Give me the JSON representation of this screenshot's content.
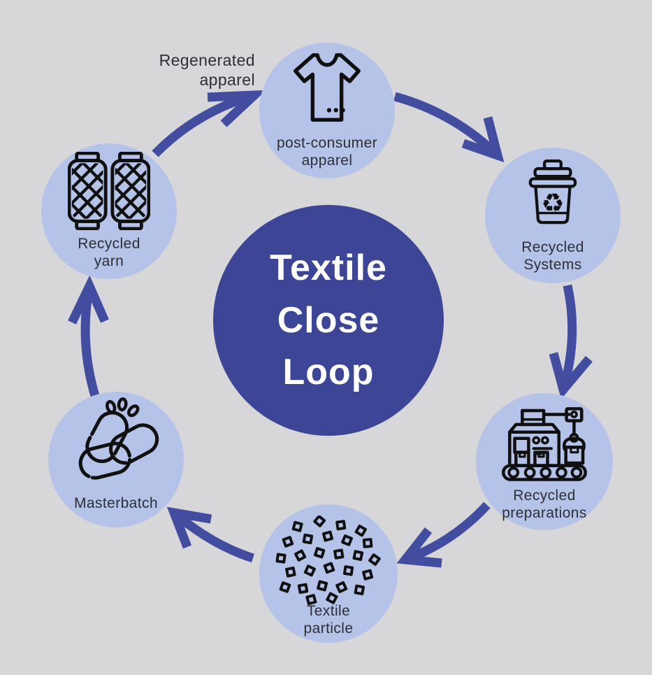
{
  "diagram_title": "Textile Close Loop",
  "center": {
    "lines": [
      "Textile",
      "Close",
      "Loop"
    ]
  },
  "floating_label": "Regenerated\napparel",
  "nodes": [
    {
      "id": "post-consumer-apparel",
      "label": "post-consumer\napparel",
      "icon": "tshirt-icon"
    },
    {
      "id": "recycled-systems",
      "label": "Recycled\nSystems",
      "icon": "recycle-bin-icon"
    },
    {
      "id": "recycled-preparations",
      "label": "Recycled\npreparations",
      "icon": "factory-machine-icon"
    },
    {
      "id": "textile-particle",
      "label": "Textile\nparticle",
      "icon": "particles-icon"
    },
    {
      "id": "masterbatch",
      "label": "Masterbatch",
      "icon": "pellets-icon"
    },
    {
      "id": "recycled-yarn",
      "label": "Recycled\nyarn",
      "icon": "yarn-spools-icon"
    }
  ],
  "cycle_order": [
    "post-consumer apparel",
    "Recycled Systems",
    "Recycled preparations",
    "Textile particle",
    "Masterbatch",
    "Recycled yarn",
    "Regenerated apparel"
  ],
  "colors": {
    "background": "#d7d7d9",
    "node_fill": "#b6c3e8",
    "center_fill": "#3c4596",
    "arrow": "#424d9f",
    "icon_stroke": "#101010",
    "label_text": "#2e2e35",
    "center_text": "#ffffff"
  }
}
